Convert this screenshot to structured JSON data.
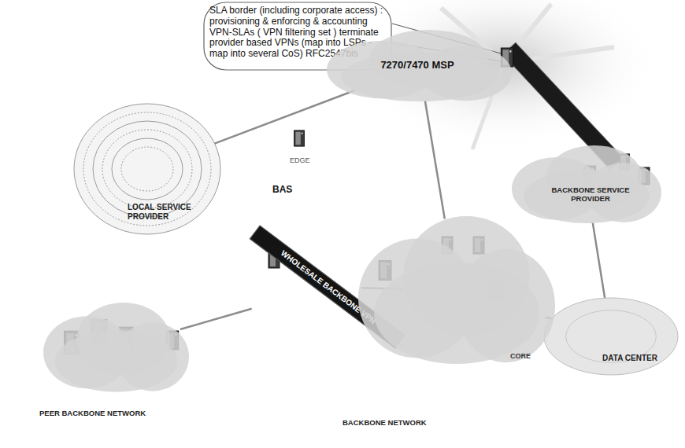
{
  "diagram": {
    "nodes": [
      {
        "text": [
          "SLA border (including corporate access) : provisioning & enforcing & accounting VPN-SLAs ( VPN filtering set ) terminate provider based VPNs (map into LSPs - map into several CoS) RFC2547bis"
        ]
      },
      {
        "text": [
          "LOCAL SERVICE PROVIDER"
        ]
      },
      {
        "text": [
          "7270/7470 MSP"
        ]
      },
      {
        "text": [
          "BACKBONE SERVICE PROVIDER"
        ]
      },
      {
        "text": [
          "DATA CENTER"
        ]
      },
      {
        "text": [
          "WHOLESALE BACKBONE VPN"
        ]
      },
      {
        "text": [
          "PEER BACKBONE NETWORK"
        ]
      },
      {
        "text": [
          "BACKBONE NETWORK"
        ]
      }
    ],
    "edges": [
      {
        "from": 1,
        "to": 2,
        "arrow": "none"
      },
      {
        "from": 2,
        "to": 7,
        "arrow": "none"
      },
      {
        "from": 6,
        "to": 5,
        "arrow": "none"
      },
      {
        "from": 5,
        "to": 7,
        "arrow": "none"
      },
      {
        "from": 7,
        "to": 4,
        "arrow": "none"
      },
      {
        "from": 3,
        "to": 4,
        "arrow": "none"
      }
    ],
    "labels": [
      "EDGE",
      "BAS",
      "CORE"
    ]
  }
}
